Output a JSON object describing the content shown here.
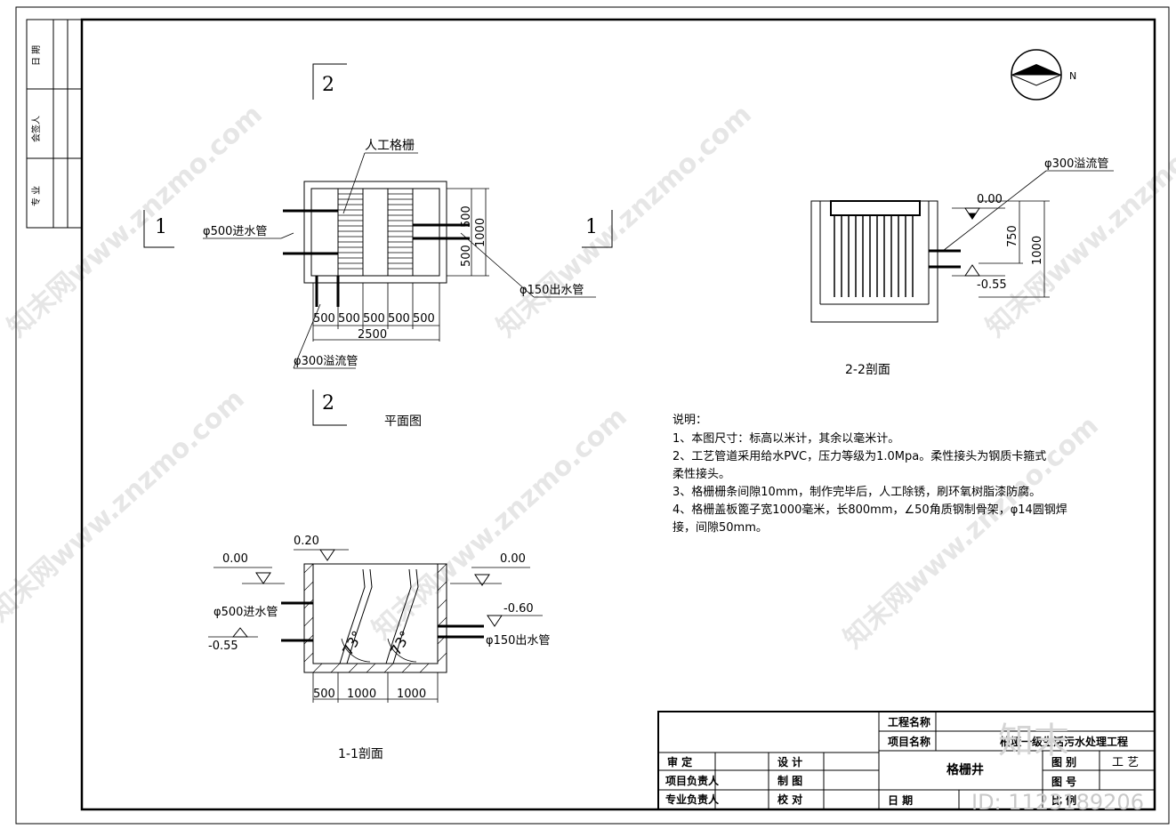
{
  "left_strip": [
    "日 期",
    "会签人",
    "专 业"
  ],
  "plan": {
    "title": "平面图",
    "label_grate": "人工格栅",
    "label_inlet": "φ500进水管",
    "label_outlet": "φ150出水管",
    "label_overflow": "φ300溢流管",
    "dims_bottom": [
      "500",
      "500",
      "500",
      "500",
      "500"
    ],
    "dim_total": "2500",
    "dims_right": [
      "500",
      "500"
    ],
    "dim_right_total": "1000",
    "cut_1": "1",
    "cut_2": "2"
  },
  "section22": {
    "title": "2-2剖面",
    "label_overflow": "φ300溢流管",
    "elev_top": "0.00",
    "elev_bottom": "-0.55",
    "dim_750": "750",
    "dim_1000": "1000"
  },
  "section11": {
    "title": "1-1剖面",
    "elev_020": "0.20",
    "elev_000_left": "0.00",
    "elev_000_right": "0.00",
    "elev_m055": "-0.55",
    "elev_m060": "-0.60",
    "label_inlet": "φ500进水管",
    "label_outlet": "φ150出水管",
    "angle": "73°",
    "dims_bottom": [
      "500",
      "1000",
      "1000"
    ]
  },
  "notes": {
    "heading": "说明：",
    "lines": [
      "1、本图尺寸：标高以米计，其余以毫米计。",
      "2、工艺管道采用给水PVC，压力等级为1.0Mpa。柔性接头为钢质卡箍式",
      "柔性接头。",
      "3、格栅栅条间隙10mm，制作完毕后，人工除锈，刷环氧树脂漆防腐。",
      "4、格栅盖板篦子宽1000毫米，长800mm，∠50角质钢制骨架，φ14圆钢焊",
      "接，间隙50mm。"
    ]
  },
  "north": "N",
  "title_block": {
    "project_name_label": "工程名称",
    "item_name_label": "项目名称",
    "item_name": "柏垭一级生活污水处理工程",
    "drawing_name": "格栅井",
    "row_labels_left": [
      "审  定",
      "项目负责人",
      "专业负责人"
    ],
    "row_labels_mid": [
      "设  计",
      "制  图",
      "校  对"
    ],
    "date_label": "日  期",
    "scale_label": "比 例",
    "drawing_no_label": "图  号",
    "discipline_label": "图  别",
    "discipline": "工 艺"
  },
  "watermark": "知末网www.znzmo.com",
  "brand": "知末",
  "image_id": "ID: 1123189206"
}
